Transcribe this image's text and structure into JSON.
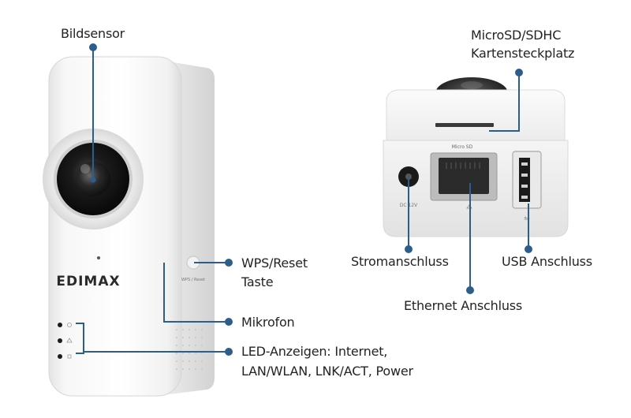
{
  "brand": "EDIMAX",
  "labels": {
    "bildsensor": "Bildsensor",
    "sd_line1": "MicroSD/SDHC",
    "sd_line2": "Kartensteckplatz",
    "wps_line1": "WPS/Reset",
    "wps_line2": "Taste",
    "stromanschluss": "Stromanschluss",
    "usb": "USB Anschluss",
    "ethernet": "Ethernet Anschluss",
    "mikrofon": "Mikrofon",
    "led_line1": "LED-Anzeigen: Internet,",
    "led_line2": "LAN/WLAN, LNK/ACT, Power"
  },
  "device_text": {
    "wps_small": "WPS / Reset",
    "micro_sd": "Micro SD",
    "dc": "DC 12V"
  },
  "colors": {
    "callout": "#2d5d8c",
    "text": "#232323"
  }
}
